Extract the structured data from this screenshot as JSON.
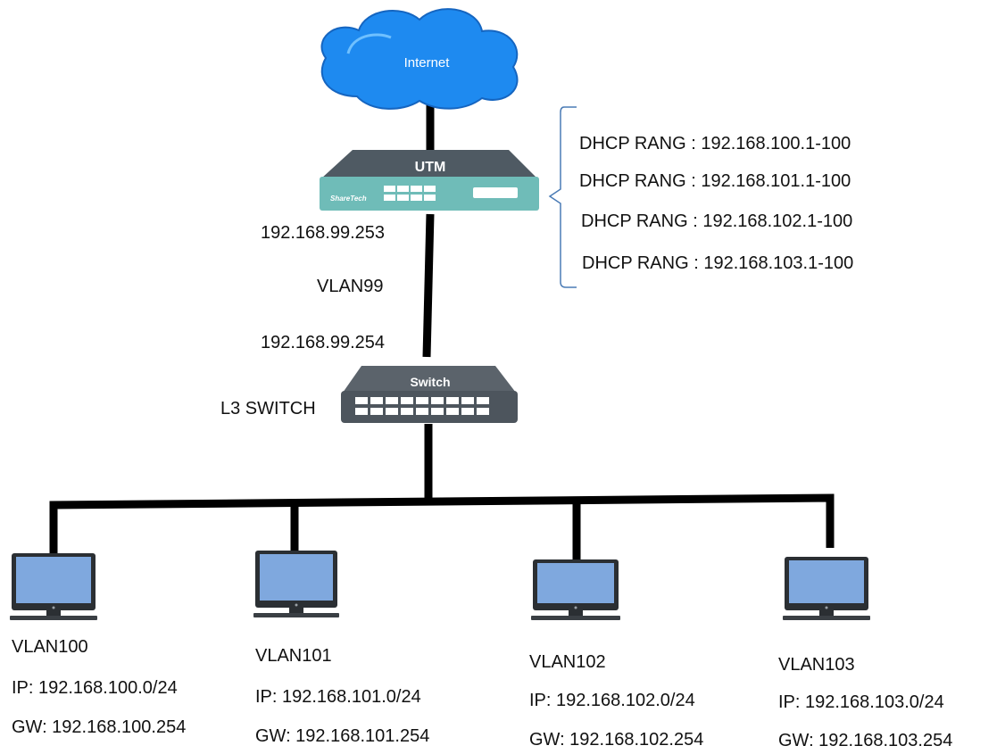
{
  "colors": {
    "line": "#000000",
    "cloud": "#1e8af0",
    "utm_body": "#6fbcb8",
    "switch_body": "#4d555d",
    "monitor_screen": "#7fa8de",
    "monitor_frame": "#2b2f33"
  },
  "internet": {
    "label": "Internet",
    "icon": "cloud-icon"
  },
  "utm": {
    "label": "UTM",
    "brand": "ShareTech",
    "icon": "firewall-appliance-icon"
  },
  "switch": {
    "label": "Switch",
    "device_label": "L3 SWITCH",
    "icon": "network-switch-icon"
  },
  "uplink": {
    "utm_ip": "192.168.99.253",
    "vlan": "VLAN99",
    "switch_ip": "192.168.99.254"
  },
  "dhcp": [
    "DHCP RANG : 192.168.100.1-100",
    "DHCP RANG : 192.168.101.1-100",
    "DHCP RANG : 192.168.102.1-100",
    "DHCP RANG : 192.168.103.1-100"
  ],
  "clients": [
    {
      "vlan": "VLAN100",
      "ip": "IP: 192.168.100.0/24",
      "gw": "GW: 192.168.100.254"
    },
    {
      "vlan": "VLAN101",
      "ip": "IP: 192.168.101.0/24",
      "gw": "GW: 192.168.101.254"
    },
    {
      "vlan": "VLAN102",
      "ip": "IP: 192.168.102.0/24",
      "gw": "GW: 192.168.102.254"
    },
    {
      "vlan": "VLAN103",
      "ip": "IP: 192.168.103.0/24",
      "gw": "GW: 192.168.103.254"
    }
  ]
}
